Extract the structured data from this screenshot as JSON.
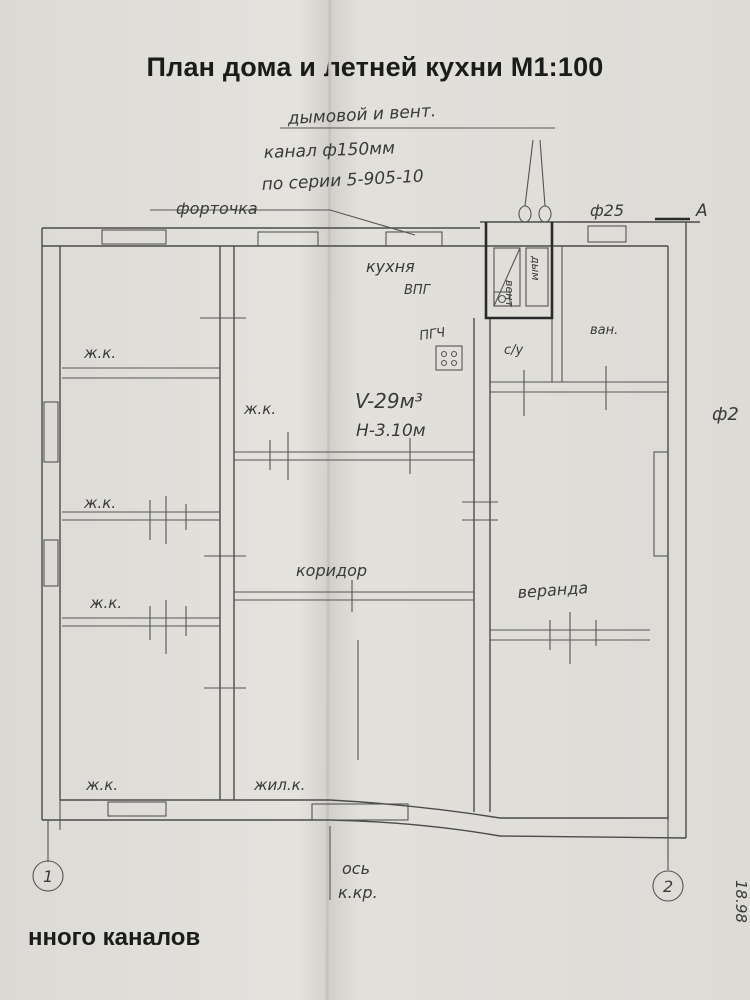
{
  "header": {
    "title": "План дома и летней кухни М1:100"
  },
  "annotations": {
    "chimney_line1": "дымовой и вент.",
    "chimney_line2": "канал ф150мм",
    "chimney_line3": "по серии 5-905-10",
    "fortochka": "форточка",
    "dim_25": "ф25",
    "axis_a": "А",
    "dim_right": "ф2",
    "kitchen_volume": "V-29м³",
    "kitchen_height": "H-3.10м",
    "axis_label_line1": "ось",
    "axis_label_line2": "к.кр.",
    "axis_1": "1",
    "axis_2": "2",
    "margin_note": "18.98"
  },
  "rooms": {
    "kitchen": "кухня",
    "vpg": "ВПГ",
    "pgch": "ПГЧ",
    "bath": "ван.",
    "wc": "с/у",
    "living_1": "ж.к.",
    "living_2": "ж.к.",
    "living_3": "ж.к.",
    "living_4": "ж.к.",
    "living_5": "ж.к.",
    "living_6": "жил.к.",
    "corridor": "коридор",
    "veranda": "веранда",
    "vent_a": "вент",
    "vent_b": "дым"
  },
  "footer": {
    "text": "нного каналов"
  }
}
